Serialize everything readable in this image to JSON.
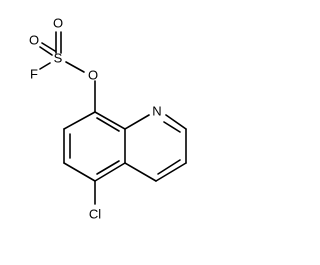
{
  "molecule": {
    "atoms": {
      "o_top": "O",
      "o_left": "O",
      "sulfur": "S",
      "fluorine": "F",
      "o_ester": "O",
      "nitrogen": "N",
      "chlorine": "Cl"
    }
  },
  "colors": {
    "ink": "#000000",
    "background": "#ffffff"
  }
}
